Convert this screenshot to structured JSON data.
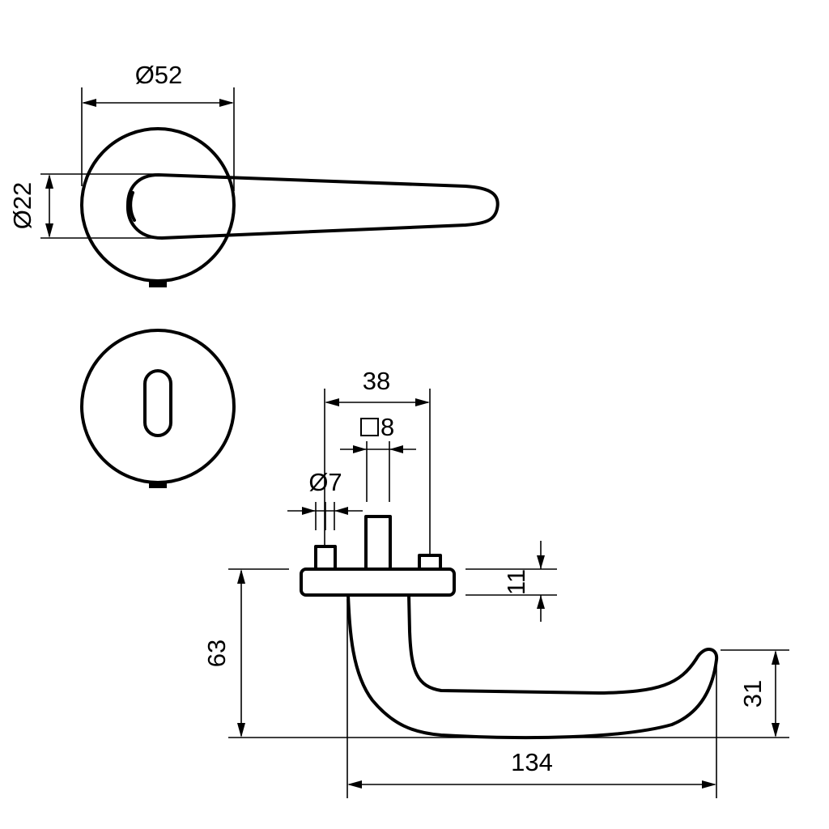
{
  "dimensions": {
    "rose_diameter": "Ø52",
    "shaft_diameter": "Ø22",
    "pin_spacing": "38",
    "spindle_square": "8",
    "pin_diameter": "Ø7",
    "rose_thickness": "11",
    "height_overall": "63",
    "tip_height": "31",
    "handle_length": "134"
  },
  "colors": {
    "line": "#000000",
    "background": "#ffffff"
  },
  "icons": {
    "square_symbol": "square-symbol-icon"
  }
}
